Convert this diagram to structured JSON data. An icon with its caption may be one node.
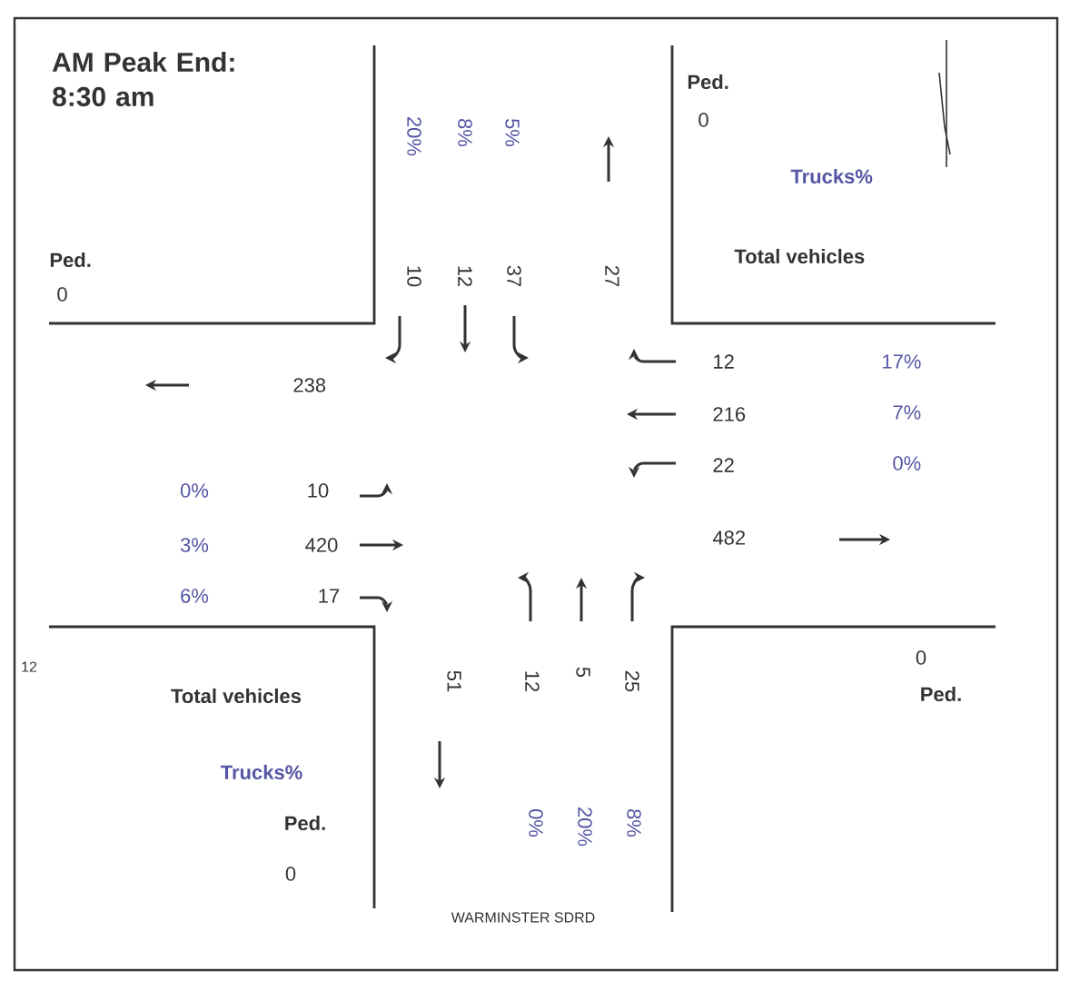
{
  "diagram": {
    "title": "AM Peak End: 8:30 am",
    "labels": [
      "20%",
      "8%",
      "5%",
      "Ped.",
      "0",
      "Trucks%",
      "Ped.",
      "0",
      "Total vehicles",
      "10",
      "12",
      "37",
      "27",
      "12",
      "17%",
      "238",
      "216",
      "7%",
      "22",
      "0%",
      "0%",
      "10",
      "482",
      "3%",
      "420",
      "6%",
      "17",
      "12",
      "Total vehicles",
      "51",
      "12",
      "5",
      "25",
      "0",
      "Ped.",
      "Trucks%",
      "0%",
      "20%",
      "8%",
      "Ped.",
      "0",
      "WARMINSTER SDRD"
    ]
  }
}
